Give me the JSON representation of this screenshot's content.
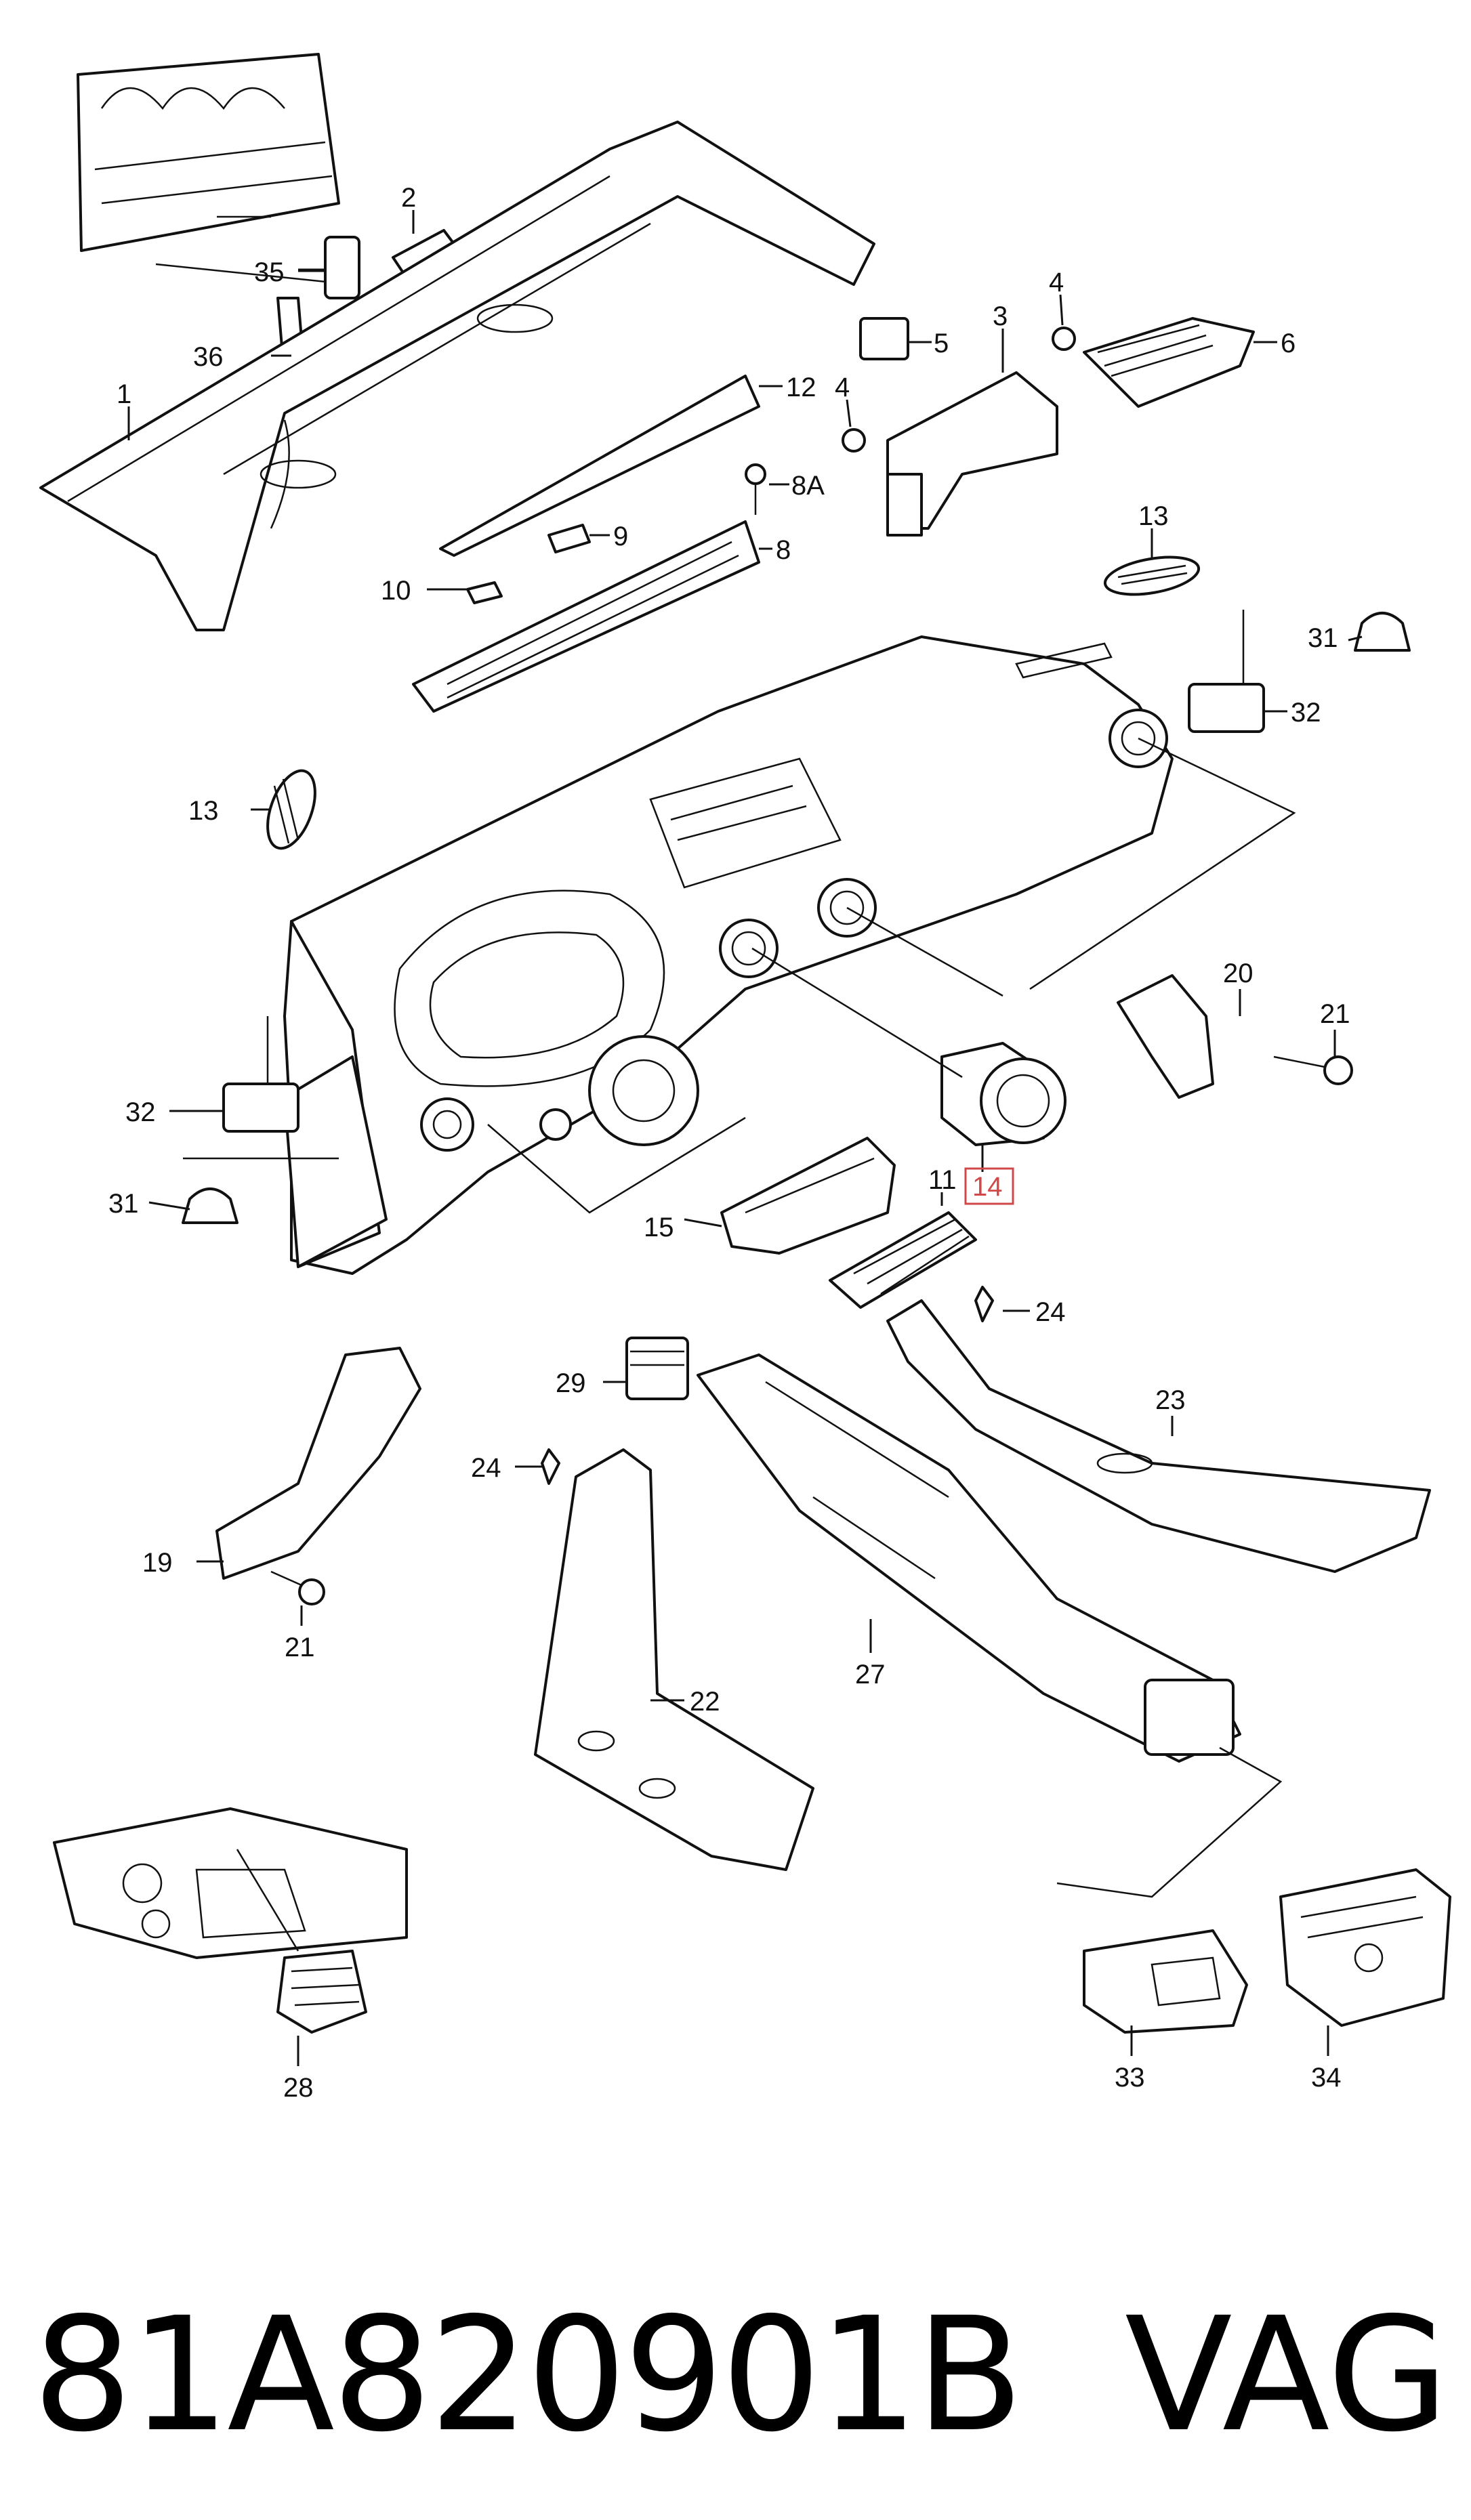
{
  "callouts": [
    {
      "id": "c1",
      "text": "1"
    },
    {
      "id": "c2",
      "text": "2"
    },
    {
      "id": "c3",
      "text": "3"
    },
    {
      "id": "c4a",
      "text": "4"
    },
    {
      "id": "c4b",
      "text": "4"
    },
    {
      "id": "c5",
      "text": "5"
    },
    {
      "id": "c6",
      "text": "6"
    },
    {
      "id": "c8",
      "text": "8"
    },
    {
      "id": "c8a",
      "text": "8A"
    },
    {
      "id": "c9",
      "text": "9"
    },
    {
      "id": "c10",
      "text": "10"
    },
    {
      "id": "c11",
      "text": "11"
    },
    {
      "id": "c12",
      "text": "12"
    },
    {
      "id": "c13a",
      "text": "13"
    },
    {
      "id": "c13b",
      "text": "13"
    },
    {
      "id": "c14",
      "text": "14"
    },
    {
      "id": "c15",
      "text": "15"
    },
    {
      "id": "c19",
      "text": "19"
    },
    {
      "id": "c20",
      "text": "20"
    },
    {
      "id": "c21a",
      "text": "21"
    },
    {
      "id": "c21b",
      "text": "21"
    },
    {
      "id": "c22",
      "text": "22"
    },
    {
      "id": "c23",
      "text": "23"
    },
    {
      "id": "c24a",
      "text": "24"
    },
    {
      "id": "c24b",
      "text": "24"
    },
    {
      "id": "c27",
      "text": "27"
    },
    {
      "id": "c28",
      "text": "28"
    },
    {
      "id": "c29",
      "text": "29"
    },
    {
      "id": "c31a",
      "text": "31"
    },
    {
      "id": "c31b",
      "text": "31"
    },
    {
      "id": "c32a",
      "text": "32"
    },
    {
      "id": "c32b",
      "text": "32"
    },
    {
      "id": "c33",
      "text": "33"
    },
    {
      "id": "c34",
      "text": "34"
    },
    {
      "id": "c35",
      "text": "35"
    },
    {
      "id": "c36",
      "text": "36"
    }
  ],
  "highlighted_callout": "14",
  "footer": {
    "part_number": "81A820901B",
    "brand": "VAG"
  },
  "colors": {
    "line": "#111111",
    "highlight": "#d04848",
    "background": "#ffffff"
  }
}
